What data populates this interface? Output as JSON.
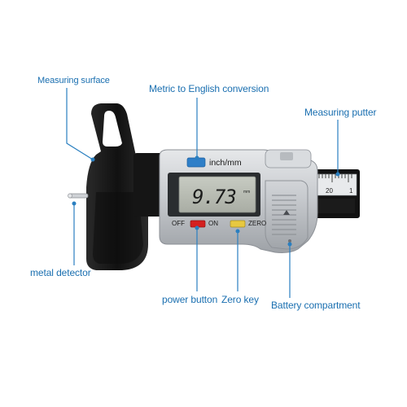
{
  "callouts": {
    "measuring_surface": "Measuring surface",
    "metric_conversion": "Metric to English conversion",
    "measuring_putter": "Measuring putter",
    "metal_detector": "metal detector",
    "power_button": "power button",
    "zero_key": "Zero key",
    "battery_compartment": "Battery compartment"
  },
  "device": {
    "unit_button_label": "inch/mm",
    "display_reading": "9.73",
    "display_unit": "mm",
    "off_label": "OFF",
    "on_label": "ON",
    "zero_label": "ZERO",
    "scale_number": "20",
    "scale_number_2": "1"
  },
  "colors": {
    "callout_text": "#1a6fb0",
    "leader_line": "#2a7fc0",
    "body_black": "#1c1c1c",
    "body_silver": "#c9ccd0",
    "lcd": "#b9bdb4",
    "unit_button": "#2f7fc8",
    "power_button": "#d42020",
    "zero_button": "#e8c840"
  }
}
